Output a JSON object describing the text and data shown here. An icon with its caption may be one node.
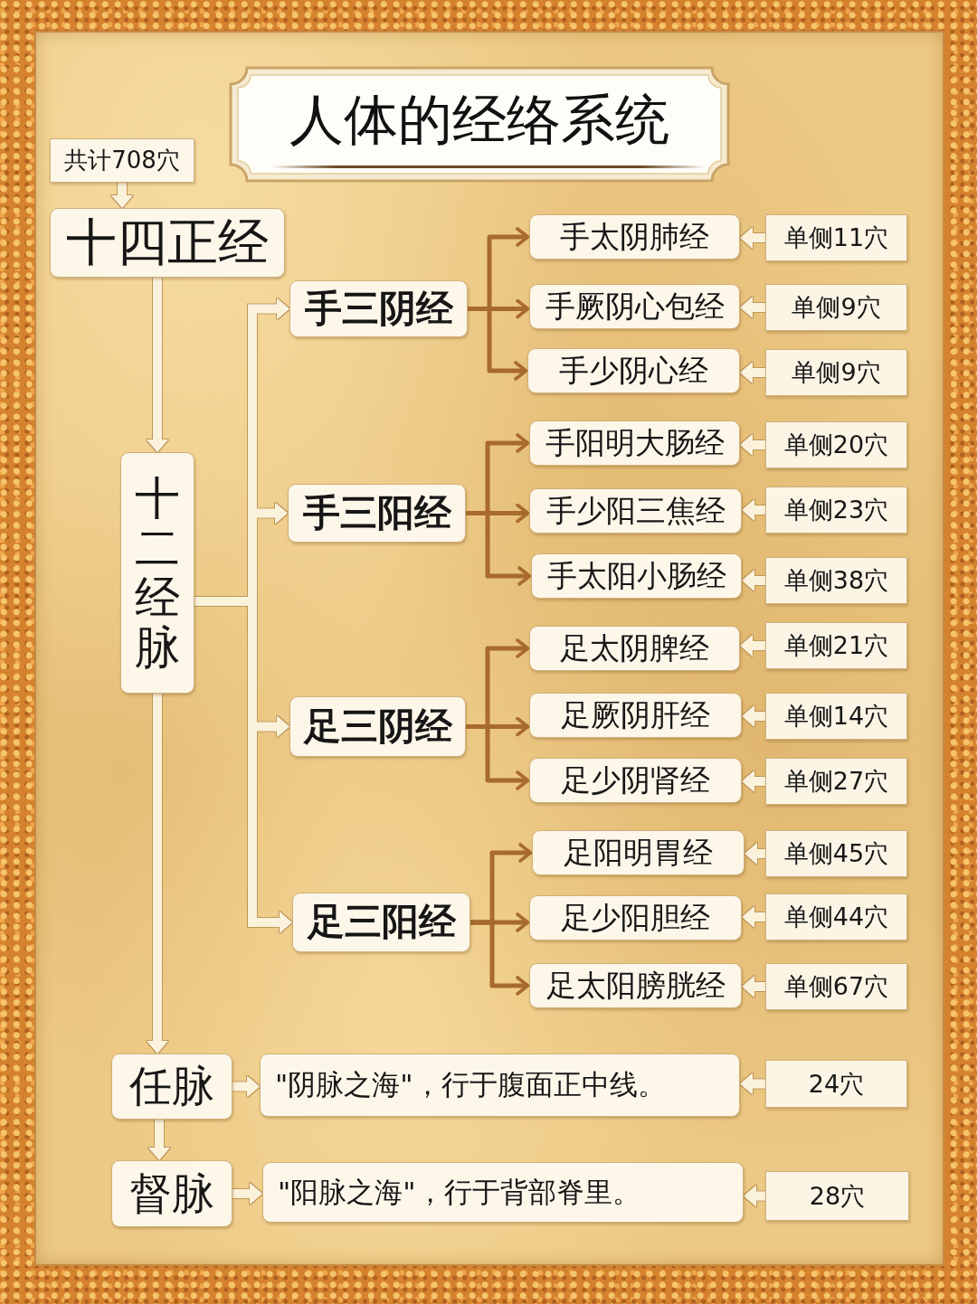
{
  "diagram": {
    "title": "人体的经络系统",
    "nodes": [
      {
        "text": [
          "共计708穴"
        ]
      },
      {
        "text": [
          "十四正经"
        ]
      },
      {
        "text": [
          "十二经脉"
        ]
      },
      {
        "text": [
          "手三阴经"
        ]
      },
      {
        "text": [
          "手三阳经"
        ]
      },
      {
        "text": [
          "足三阴经"
        ]
      },
      {
        "text": [
          "足三阳经"
        ]
      },
      {
        "text": [
          "手太阴肺经"
        ]
      },
      {
        "text": [
          "手厥阴心包经"
        ]
      },
      {
        "text": [
          "手少阴心经"
        ]
      },
      {
        "text": [
          "手阳明大肠经"
        ]
      },
      {
        "text": [
          "手少阳三焦经"
        ]
      },
      {
        "text": [
          "手太阳小肠经"
        ]
      },
      {
        "text": [
          "足太阴脾经"
        ]
      },
      {
        "text": [
          "足厥阴肝经"
        ]
      },
      {
        "text": [
          "足少阴肾经"
        ]
      },
      {
        "text": [
          "足阳明胃经"
        ]
      },
      {
        "text": [
          "足少阳胆经"
        ]
      },
      {
        "text": [
          "足太阳膀胱经"
        ]
      },
      {
        "text": [
          "单侧11穴"
        ]
      },
      {
        "text": [
          "单侧9穴"
        ]
      },
      {
        "text": [
          "单侧9穴"
        ]
      },
      {
        "text": [
          "单侧20穴"
        ]
      },
      {
        "text": [
          "单侧23穴"
        ]
      },
      {
        "text": [
          "单侧38穴"
        ]
      },
      {
        "text": [
          "单侧21穴"
        ]
      },
      {
        "text": [
          "单侧14穴"
        ]
      },
      {
        "text": [
          "单侧27穴"
        ]
      },
      {
        "text": [
          "单侧45穴"
        ]
      },
      {
        "text": [
          "单侧44穴"
        ]
      },
      {
        "text": [
          "单侧67穴"
        ]
      },
      {
        "text": [
          "任脉"
        ]
      },
      {
        "text": [
          "\"阴脉之海\"，行于腹面正中线。"
        ]
      },
      {
        "text": [
          "24穴"
        ]
      },
      {
        "text": [
          "督脉"
        ]
      },
      {
        "text": [
          "\"阳脉之海\"，行于背部脊里。"
        ]
      },
      {
        "text": [
          "28穴"
        ]
      }
    ],
    "edges": [
      {
        "from": 0,
        "to": 1,
        "arrow": "to"
      },
      {
        "from": 1,
        "to": 2,
        "arrow": "to"
      },
      {
        "from": 2,
        "to": 3,
        "arrow": "to"
      },
      {
        "from": 2,
        "to": 4,
        "arrow": "to"
      },
      {
        "from": 2,
        "to": 5,
        "arrow": "to"
      },
      {
        "from": 2,
        "to": 6,
        "arrow": "to"
      },
      {
        "from": 3,
        "to": 7,
        "arrow": "to",
        "color": "#a86b2d"
      },
      {
        "from": 3,
        "to": 8,
        "arrow": "to",
        "color": "#a86b2d"
      },
      {
        "from": 3,
        "to": 9,
        "arrow": "to",
        "color": "#a86b2d"
      },
      {
        "from": 4,
        "to": 10,
        "arrow": "to",
        "color": "#a86b2d"
      },
      {
        "from": 4,
        "to": 11,
        "arrow": "to",
        "color": "#a86b2d"
      },
      {
        "from": 4,
        "to": 12,
        "arrow": "to",
        "color": "#a86b2d"
      },
      {
        "from": 5,
        "to": 13,
        "arrow": "to",
        "color": "#a86b2d"
      },
      {
        "from": 5,
        "to": 14,
        "arrow": "to",
        "color": "#a86b2d"
      },
      {
        "from": 5,
        "to": 15,
        "arrow": "to",
        "color": "#a86b2d"
      },
      {
        "from": 6,
        "to": 16,
        "arrow": "to",
        "color": "#a86b2d"
      },
      {
        "from": 6,
        "to": 17,
        "arrow": "to",
        "color": "#a86b2d"
      },
      {
        "from": 6,
        "to": 18,
        "arrow": "to",
        "color": "#a86b2d"
      },
      {
        "from": 19,
        "to": 7,
        "arrow": "to"
      },
      {
        "from": 20,
        "to": 8,
        "arrow": "to"
      },
      {
        "from": 21,
        "to": 9,
        "arrow": "to"
      },
      {
        "from": 22,
        "to": 10,
        "arrow": "to"
      },
      {
        "from": 23,
        "to": 11,
        "arrow": "to"
      },
      {
        "from": 24,
        "to": 12,
        "arrow": "to"
      },
      {
        "from": 25,
        "to": 13,
        "arrow": "to"
      },
      {
        "from": 26,
        "to": 14,
        "arrow": "to"
      },
      {
        "from": 27,
        "to": 15,
        "arrow": "to"
      },
      {
        "from": 28,
        "to": 16,
        "arrow": "to"
      },
      {
        "from": 29,
        "to": 17,
        "arrow": "to"
      },
      {
        "from": 30,
        "to": 18,
        "arrow": "to"
      },
      {
        "from": 2,
        "to": 31,
        "arrow": "to"
      },
      {
        "from": 31,
        "to": 32,
        "arrow": "to"
      },
      {
        "from": 33,
        "to": 32,
        "arrow": "to"
      },
      {
        "from": 31,
        "to": 34,
        "arrow": "to"
      },
      {
        "from": 34,
        "to": 35,
        "arrow": "to"
      },
      {
        "from": 36,
        "to": 35,
        "arrow": "to"
      }
    ]
  }
}
